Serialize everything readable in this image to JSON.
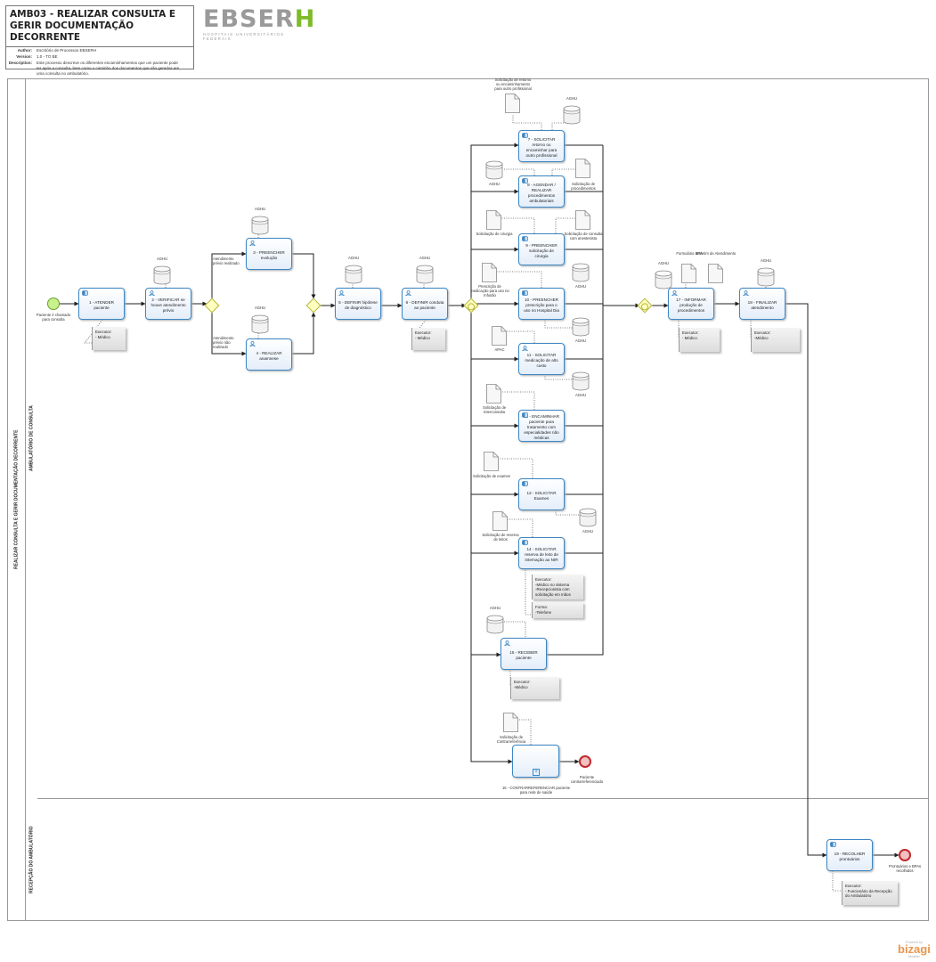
{
  "header": {
    "title": "AMB03 - REALIZAR CONSULTA E GERIR DOCUMENTAÇÃO DECORRENTE",
    "author_label": "Author:",
    "author": "Escritório de Processos EBSERH",
    "version_label": "Version:",
    "version": "1.0 - TO BE",
    "description_label": "Description:",
    "description": "Este processo descreve os diferentes encaminhamentos que um paciente pode ter após a consulta, bem como o caminho dos documentos que são gerados em uma consulta no ambulatório."
  },
  "logo": {
    "main": "EBSER",
    "accent": "H",
    "subtitle": "HOSPITAIS UNIVERSITÁRIOS FEDERAIS",
    "accent_color": "#7dbb2a"
  },
  "pool": {
    "label": "REALIZAR CONSULTA E GERIR DOCUMENTAÇÃO DECORRENTE"
  },
  "lanes": [
    {
      "label": "AMBULATÓRIO DE CONSULTA"
    },
    {
      "label": "RECEPÇÃO DO AMBULATÓRIO"
    }
  ],
  "tasks": [
    {
      "id": "t1",
      "label": "1 - ATENDER paciente",
      "icon": "service"
    },
    {
      "id": "t2",
      "label": "2 - VERIFICAR se houve atendimento prévio",
      "icon": "user"
    },
    {
      "id": "t3",
      "label": "3 - PREENCHER evolução",
      "icon": "user"
    },
    {
      "id": "t4",
      "label": "4 - REALIZAR anamnese",
      "icon": "user"
    },
    {
      "id": "t5",
      "label": "5 - DEFINIR hipótese de diagnóstico",
      "icon": "user"
    },
    {
      "id": "t6",
      "label": "6 - DEFINIR conduta ao paciente",
      "icon": "user"
    },
    {
      "id": "t7",
      "label": "7 - SOLICITAR retorno ou encaminhar para outro profissional",
      "icon": "service"
    },
    {
      "id": "t8",
      "label": "8 - AGENDAR / REALIZAR procedimentos ambulatoriais",
      "icon": "service"
    },
    {
      "id": "t9",
      "label": "9 - PREENCHER solicitação de cirurgia",
      "icon": "service"
    },
    {
      "id": "t10",
      "label": "10 - PREENCHER prescrição para o uso no Hospital Dia",
      "icon": "service"
    },
    {
      "id": "t11",
      "label": "11 - SOLICITAR medicação de alto custo",
      "icon": "user"
    },
    {
      "id": "t12",
      "label": "12 - ENCAMINHAR paciente para tratamento com especialidades não médicas",
      "icon": "service"
    },
    {
      "id": "t13",
      "label": "13 - SOLICITAR Exames",
      "icon": "service"
    },
    {
      "id": "t14",
      "label": "14 - SOLICITAR reserva de leito de internação ao NIR",
      "icon": "service"
    },
    {
      "id": "t15",
      "label": "15 - RECEBER paciente",
      "icon": "user"
    },
    {
      "id": "t16",
      "label": "",
      "icon": "subprocess"
    },
    {
      "id": "t17",
      "label": "17 - INFORMAR produção de procedimentos",
      "icon": "user"
    },
    {
      "id": "t18",
      "label": "18 - FINALIZAR atendimento",
      "icon": "user"
    },
    {
      "id": "t19",
      "label": "19 - RECOLHER prontuários",
      "icon": "service"
    }
  ],
  "labels": [
    {
      "id": "start",
      "text": "Paciente é chamado para consulta"
    },
    {
      "id": "g1a",
      "text": "Atendimento prévio realizado"
    },
    {
      "id": "g1b",
      "text": "Atendimento prévio não realizado"
    },
    {
      "id": "t16lbl",
      "text": "16 - CONTRARREFERENCIAR paciente para rede de saúde"
    },
    {
      "id": "end1",
      "text": "Paciente contrarreferenciado"
    },
    {
      "id": "end2",
      "text": "Prontuários e BPAs recolhidos"
    }
  ],
  "datastores": [
    {
      "id": "d2",
      "label": "AGHU"
    },
    {
      "id": "d3",
      "label": "AGHU"
    },
    {
      "id": "d4",
      "label": "AGHU"
    },
    {
      "id": "d5",
      "label": "AGHU"
    },
    {
      "id": "d6",
      "label": "AGHU"
    },
    {
      "id": "d7",
      "label": "AGHU"
    },
    {
      "id": "d8",
      "label": "AGHU"
    },
    {
      "id": "d10",
      "label": "AGHU"
    },
    {
      "id": "d11",
      "label": "AGHU"
    },
    {
      "id": "d12",
      "label": "AGHU"
    },
    {
      "id": "d13",
      "label": "AGHU"
    },
    {
      "id": "d15",
      "label": "AGHU"
    },
    {
      "id": "d17",
      "label": "AGHU"
    },
    {
      "id": "d18",
      "label": "AGHU"
    }
  ],
  "documents": [
    {
      "id": "o7",
      "label": "Solicitação de retorno ou encaminhamento para outro profissional"
    },
    {
      "id": "o8",
      "label": "Solicitação de procedimentos"
    },
    {
      "id": "o9a",
      "label": "Solicitação de cirurgia"
    },
    {
      "id": "o9b",
      "label": "Solicitação de consulta com anestesista"
    },
    {
      "id": "o10",
      "label": "Prescrição de medicação para uso no Infusão"
    },
    {
      "id": "o11",
      "label": "APAC"
    },
    {
      "id": "o12",
      "label": "Solicitação de Interconsulta"
    },
    {
      "id": "o13",
      "label": "Solicitação de exames"
    },
    {
      "id": "o14",
      "label": "Solicitação de reserva de leitos"
    },
    {
      "id": "o16",
      "label": "Solicitação de Contrarreferência"
    },
    {
      "id": "o17a",
      "label": "Formulário BPA"
    },
    {
      "id": "o17b",
      "label": "Boletim de Atendimento"
    }
  ],
  "annotations": [
    {
      "id": "a1",
      "text": "Executor:\n- Médico"
    },
    {
      "id": "a6",
      "text": "Executor:\n- Médico"
    },
    {
      "id": "a14a",
      "text": "Executor:\n-Médico no sistema\n-Recepcionista com solicitação em mãos"
    },
    {
      "id": "a14b",
      "text": "Forma:\n-Telefone"
    },
    {
      "id": "a15",
      "text": "Executor:\n-Médico"
    },
    {
      "id": "a17",
      "text": "Executor:\n- Médico"
    },
    {
      "id": "a18",
      "text": "Executor:\n-Médico"
    },
    {
      "id": "a19",
      "text": "Executor:\n- Funcionário da Recepção do Ambulatório"
    }
  ],
  "footer": {
    "powered": "Powered by",
    "brand": "bizagi",
    "product": "Modeler"
  },
  "colors": {
    "task_border": "#3d87c5",
    "gateway": "#ffffc0",
    "start": "#c8f08c",
    "end": "#f3c0c0"
  }
}
